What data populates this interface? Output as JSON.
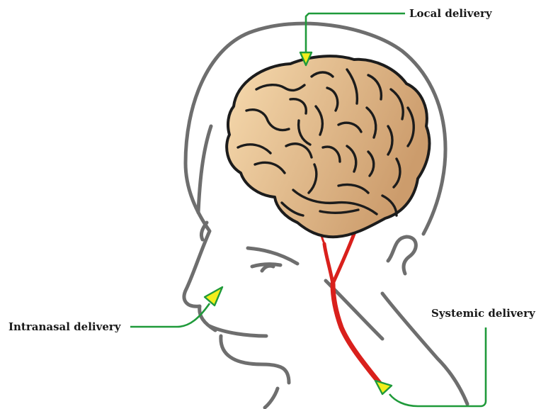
{
  "labels": {
    "local": "Local delivery",
    "intranasal": "Intranasal delivery",
    "systemic": "Systemic delivery"
  },
  "colors": {
    "outline": "#6e6e6e",
    "brain_light": "#f6d7a8",
    "brain_dark": "#cfa070",
    "brain_stroke": "#1c1c1c",
    "vessel": "#d9201c",
    "arrow_line": "#1f9a3a",
    "arrow_head": "#f2ee1c"
  }
}
